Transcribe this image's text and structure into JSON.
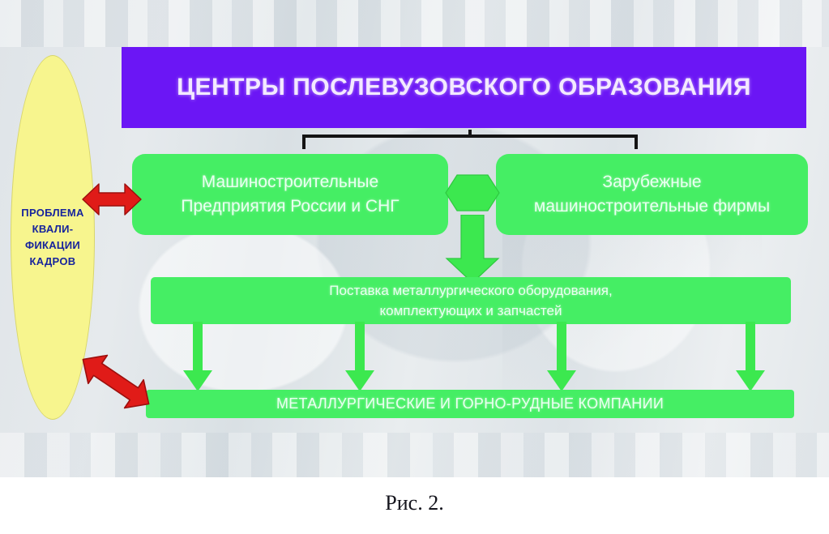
{
  "figure": {
    "caption": "Рис. 2.",
    "title": "ЦЕНТРЫ ПОСЛЕВУЗОВСКОГО ОБРАЗОВАНИЯ"
  },
  "colors": {
    "title_bar": "#6b16f5",
    "title_text": "#f3e9ff",
    "green_box": "#45ee64",
    "green_arrow": "#3ce84f",
    "ellipse_fill": "#f7f58e",
    "ellipse_text": "#17249c",
    "red_arrow": "#e01b18",
    "bracket": "#141414",
    "panel_bg": "#e2e7ea"
  },
  "nodes": {
    "problem": {
      "label": "ПРОБЛЕМА\nКВАЛИ-\nФИКАЦИИ\nКАДРОВ",
      "lines": [
        "ПРОБЛЕМА",
        "КВАЛИ-",
        "ФИКАЦИИ",
        "КАДРОВ"
      ],
      "shape": "ellipse"
    },
    "center_title": {
      "label": "ЦЕНТРЫ ПОСЛЕВУЗОВСКОГО ОБРАЗОВАНИЯ",
      "shape": "rect"
    },
    "ru_machinery": {
      "label": "Машиностроительные\nПредприятия России и СНГ",
      "lines": [
        "Машиностроительные",
        "Предприятия России и СНГ"
      ],
      "shape": "rounded-rect"
    },
    "foreign_machinery": {
      "label": "Зарубежные\nмашиностроительные фирмы",
      "lines": [
        "Зарубежные",
        "машиностроительные фирмы"
      ],
      "shape": "rounded-rect"
    },
    "supply": {
      "label": "Поставка металлургического оборудования,\nкомплектующих и запчастей",
      "lines": [
        "Поставка металлургического оборудования,",
        "комплектующих и запчастей"
      ],
      "shape": "rect"
    },
    "companies": {
      "label": "МЕТАЛЛУРГИЧЕСКИЕ И ГОРНО-РУДНЫЕ КОМПАНИИ",
      "shape": "rect"
    }
  },
  "connectors": [
    {
      "name": "bracket-title-to-firms",
      "kind": "bracket",
      "color": "#141414",
      "from": "center_title",
      "to": [
        "ru_machinery",
        "foreign_machinery"
      ]
    },
    {
      "name": "red-arrow-problem-to-ru-machinery",
      "kind": "double-arrow-horizontal",
      "color": "#e01b18",
      "from": "problem",
      "to": "ru_machinery"
    },
    {
      "name": "red-arrow-problem-to-companies",
      "kind": "double-arrow-diagonal",
      "color": "#e01b18",
      "from": "problem",
      "to": "companies"
    },
    {
      "name": "green-arrow-between-firms",
      "kind": "double-arrow-horizontal",
      "color": "#3ce84f",
      "from": "ru_machinery",
      "to": "foreign_machinery"
    },
    {
      "name": "green-arrow-firms-to-supply",
      "kind": "arrow-down",
      "color": "#3ce84f",
      "from": "ru_machinery",
      "to": "supply"
    },
    {
      "name": "green-arrow-supply-to-companies-1",
      "kind": "arrow-down",
      "color": "#3ce84f",
      "from": "supply",
      "to": "companies"
    },
    {
      "name": "green-arrow-supply-to-companies-2",
      "kind": "arrow-down",
      "color": "#3ce84f",
      "from": "supply",
      "to": "companies"
    },
    {
      "name": "green-arrow-supply-to-companies-3",
      "kind": "arrow-down",
      "color": "#3ce84f",
      "from": "supply",
      "to": "companies"
    },
    {
      "name": "green-arrow-supply-to-companies-4",
      "kind": "arrow-down",
      "color": "#3ce84f",
      "from": "supply",
      "to": "companies"
    }
  ]
}
